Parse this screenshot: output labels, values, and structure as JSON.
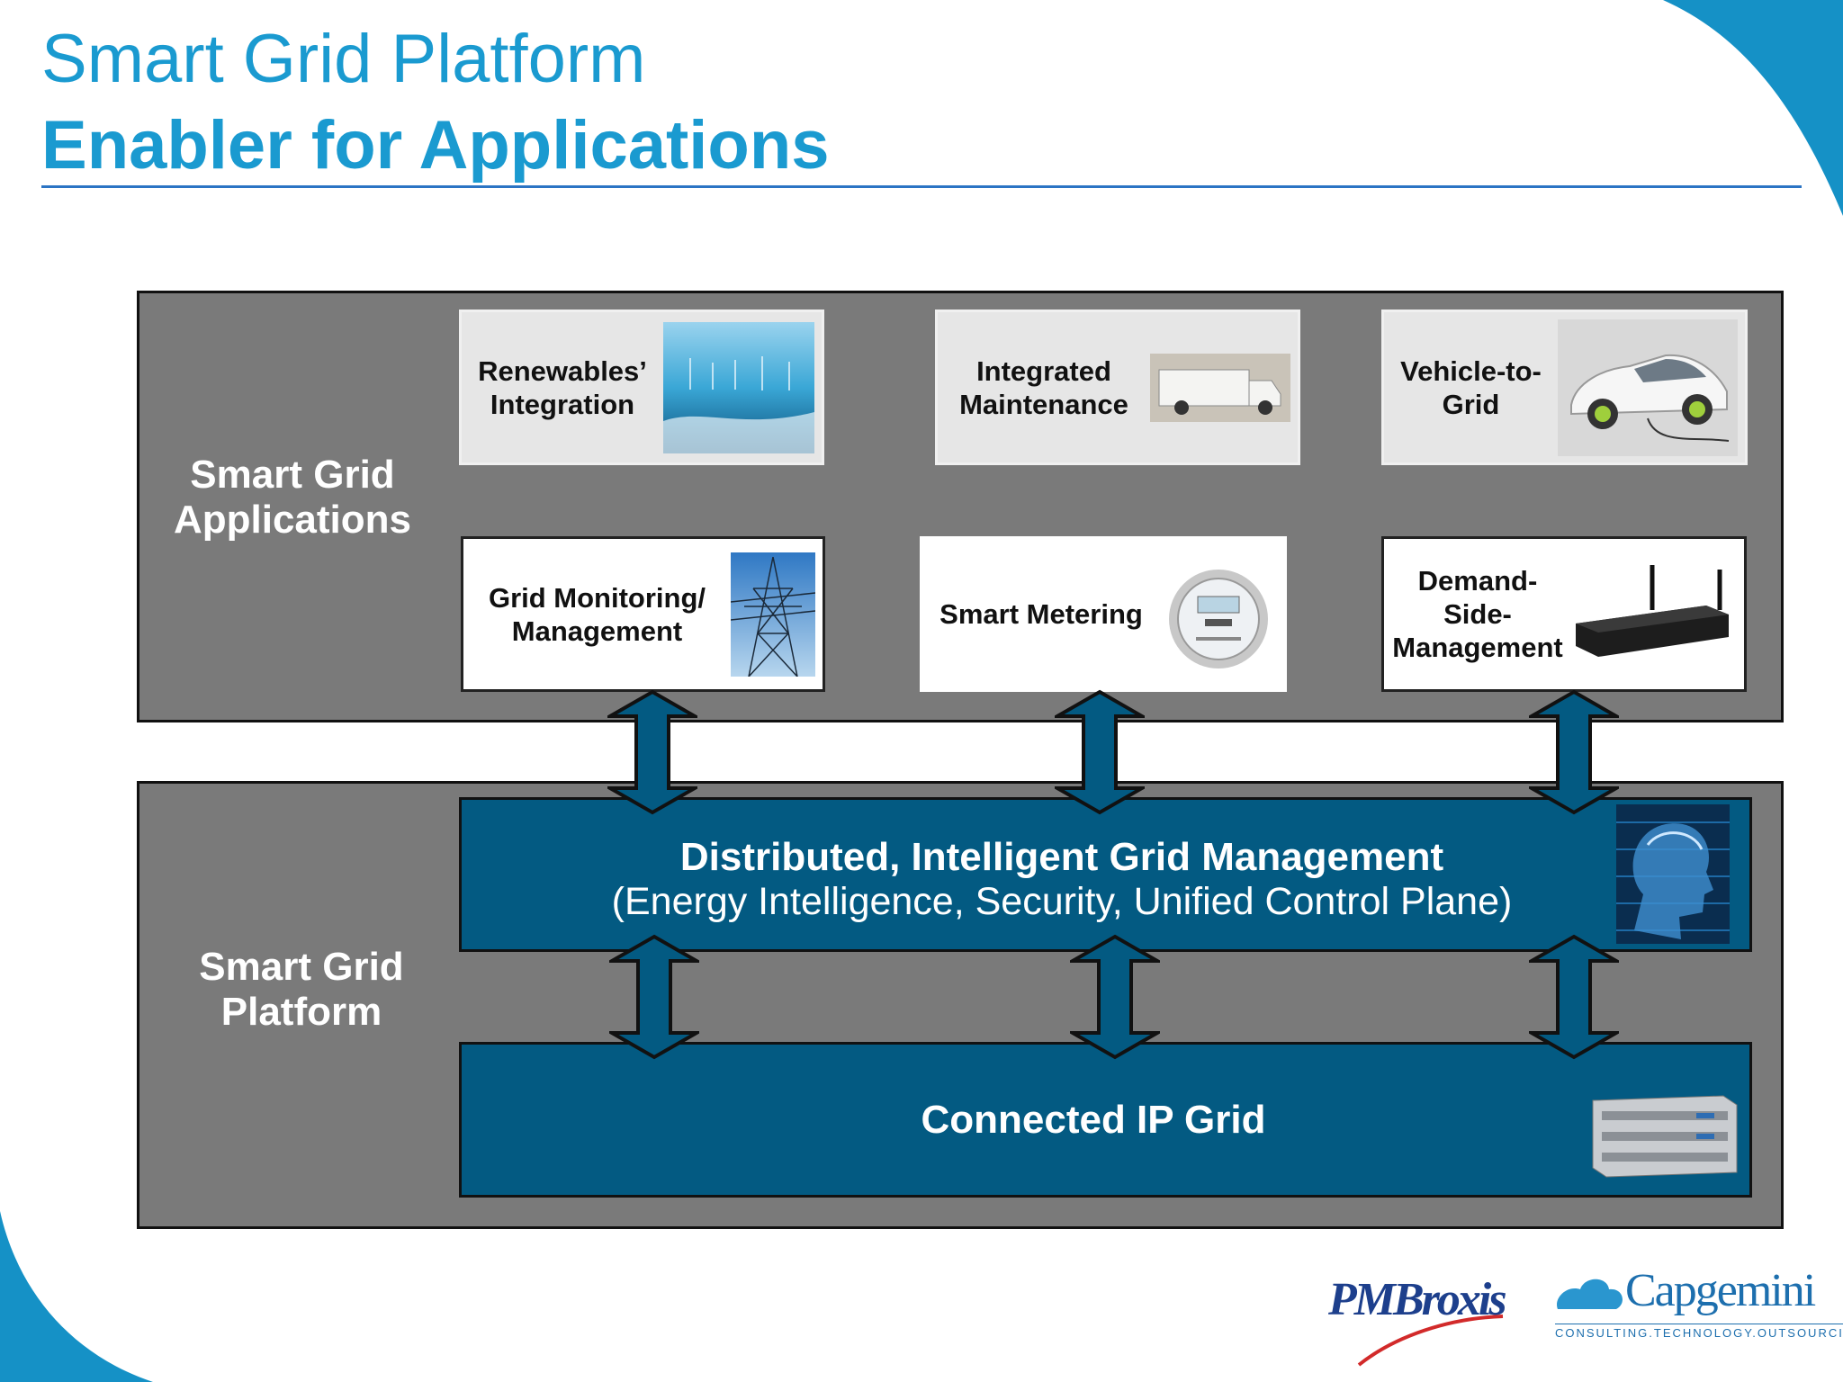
{
  "slide": {
    "title_line1": "Smart Grid Platform",
    "title_line2": "Enabler for Applications"
  },
  "applications_panel": {
    "label": "Smart Grid Applications",
    "cards": [
      {
        "label": "Renewables’ Integration",
        "icon": "wind-turbines-sea-icon"
      },
      {
        "label": "Integrated Maintenance",
        "icon": "service-truck-icon"
      },
      {
        "label": "Vehicle-to-Grid",
        "icon": "electric-car-icon"
      },
      {
        "label": "Grid Monitoring/ Management",
        "icon": "power-pylon-icon"
      },
      {
        "label": "Smart Metering",
        "icon": "electric-meter-icon"
      },
      {
        "label": "Demand-Side-Management",
        "icon": "router-icon"
      }
    ]
  },
  "platform_panel": {
    "label": "Smart Grid Platform",
    "management_layer": {
      "title": "Distributed, Intelligent Grid Management",
      "subtitle": "(Energy Intelligence, Security, Unified Control Plane)",
      "icon": "digital-brain-head-icon"
    },
    "network_layer": {
      "title": "Connected IP Grid",
      "icon": "network-router-rack-icon"
    }
  },
  "logos": {
    "pmbroxis": "PMBroxis",
    "capgemini": "Capgemini",
    "capgemini_tagline": "CONSULTING.TECHNOLOGY.OUTSOURCING"
  },
  "colors": {
    "title_blue": "#1a9ad0",
    "panel_gray": "#7a7a7a",
    "layer_blue": "#035a82",
    "capgemini_blue": "#1d6fae"
  }
}
